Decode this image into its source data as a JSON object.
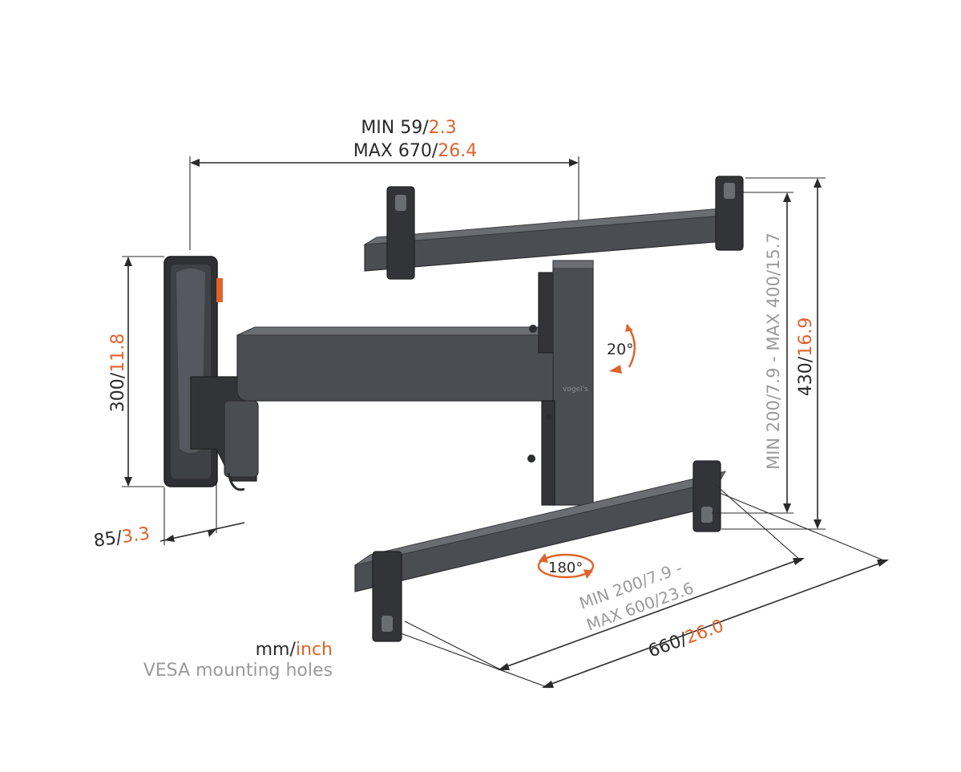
{
  "colors": {
    "accent": "#e0632b",
    "text": "#2a2a2a",
    "muted": "#9a9a9a",
    "metal": "#4a4d52"
  },
  "width_dim": {
    "line1_mm": "MIN 59/",
    "line1_inch": "2.3",
    "line2_mm": "MAX 670/",
    "line2_inch": "26.4"
  },
  "wall_height_dim": {
    "mm": "300/",
    "inch": "11.8"
  },
  "wall_depth_dim": {
    "mm": "85/",
    "inch": "3.3"
  },
  "vesa_vertical_dim": {
    "text": "MIN 200/7.9 - MAX 400/15.7"
  },
  "total_height_dim": {
    "mm": "430/",
    "inch": "16.9"
  },
  "vesa_horizontal_dim": {
    "line1": "MIN 200/7.9 -",
    "line2": "MAX 600/23.6"
  },
  "total_width_dim": {
    "mm": "660/",
    "inch": "26.0"
  },
  "tilt": {
    "label": "20°"
  },
  "rotate": {
    "label": "180°"
  },
  "legend": {
    "unit_mm": "mm/",
    "unit_inch": "inch",
    "vesa_note": "VESA mounting holes"
  },
  "bracket_logo": "vogel's"
}
